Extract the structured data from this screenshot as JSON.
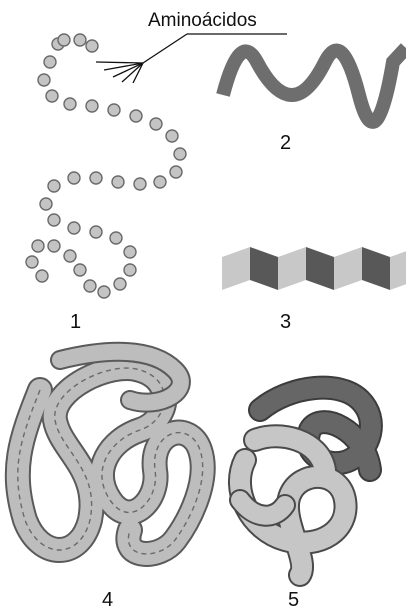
{
  "annotation": {
    "text": "Aminoácidos"
  },
  "panels": [
    {
      "number": "1"
    },
    {
      "number": "2"
    },
    {
      "number": "3"
    },
    {
      "number": "4"
    },
    {
      "number": "5"
    }
  ],
  "colors": {
    "bead_fill": "#c4c4c4",
    "bead_stroke": "#6a6a6a",
    "helix": "#6e6e6e",
    "sheet_light": "#c8c8c8",
    "sheet_dark": "#585858",
    "tertiary_fill": "#bdbdbd",
    "tertiary_stroke": "#5a5a5a",
    "quaternary_dark": "#666666",
    "quaternary_light": "#c6c6c6"
  }
}
